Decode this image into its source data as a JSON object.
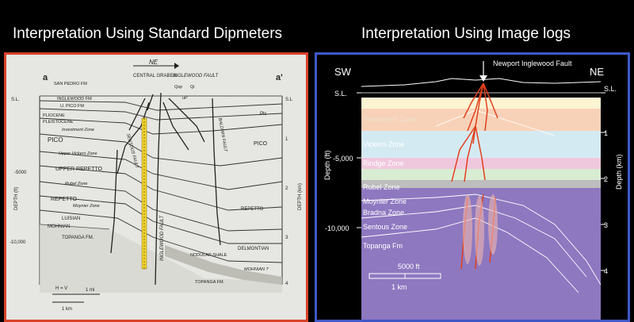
{
  "titles": {
    "left": "Interpretation Using Standard Dipmeters",
    "right": "Interpretation Using Image logs"
  },
  "colors": {
    "left_border": "#d8432a",
    "right_border": "#3f58c8",
    "fault_red": "#e0401c",
    "topanga_purple": "#8e78c0"
  },
  "left_panel": {
    "section_a": "a",
    "section_a_prime": "a'",
    "direction": "NE",
    "labels": {
      "inglewood_fault_top": "INGLEWOOD FAULT",
      "central_graben": "CENTRAL GRABEN",
      "san_pedro": "SAN PEDRO FM",
      "inglewood_fm": "INGLEWOOD FM",
      "upico": "U. PICO FM",
      "pliocene": "PLIOCENE",
      "pleistocene": "PLEISTOCENE",
      "investment_zone": "Investment Zone",
      "pico": "PICO",
      "upper_vickers": "Upper Vickers Zone",
      "upper_repetto": "UPPER REPETTO",
      "rubel": "Rubel Zone",
      "repetto": "REPETTO",
      "moynier": "Moynier Zone",
      "luisian": "LUISIAN",
      "mohnian": "MOHNIAN",
      "topanga": "TOPANGA FM.",
      "pico_right": "PICO",
      "pls": "Pls",
      "repetto_right": "REPETTO",
      "delmontian": "DELMONTIAN",
      "nodular_shale": "NODULAR SHALE",
      "mohnian_right": "MOHNIAN ?",
      "topanga_right": "TOPANGA FM.",
      "inglewood_fault_vertical": "INGLEWOOD FAULT",
      "sentous_fault": "SENTOUS FAULT",
      "baldwin_fault": "BALDWIN FAULT",
      "qsp": "Qsp",
      "qi": "Qi",
      "up": "uP",
      "hv": "H = V",
      "mile": "1 mi",
      "km": "1 km",
      "depth_ft": "DEPTH (ft)",
      "depth_km": "DEPTH (km)",
      "sl_left": "S.L.",
      "sl_right": "S.L",
      "ft_5000": "-5000",
      "ft_10000": "-10,000",
      "km_1": "1",
      "km_2": "2",
      "km_3": "3",
      "km_4": "4"
    }
  },
  "right_panel": {
    "sw": "SW",
    "ne": "NE",
    "fault_name": "Newport Inglewood Fault",
    "sl_left": "S.L.",
    "sl_right": "S.L.",
    "depth_ft": "Depth (ft)",
    "depth_km": "Depth (km)",
    "ft_5000": "-5,000",
    "ft_10000": "-10,000",
    "km_1": "1",
    "km_2": "2",
    "km_3": "3",
    "km_4": "4",
    "zones": {
      "investment": "Investment Zone",
      "vickers": "Vickers Zone",
      "rindge": "Rindge Zone",
      "rubel": "Rubel Zone",
      "moynier": "Moynier Zone",
      "bradna": "Bradna Zone",
      "sentous": "Sentous Zone",
      "topanga": "Topanga Fm"
    },
    "scale_ft": "5000 ft",
    "scale_km": "1 km"
  }
}
